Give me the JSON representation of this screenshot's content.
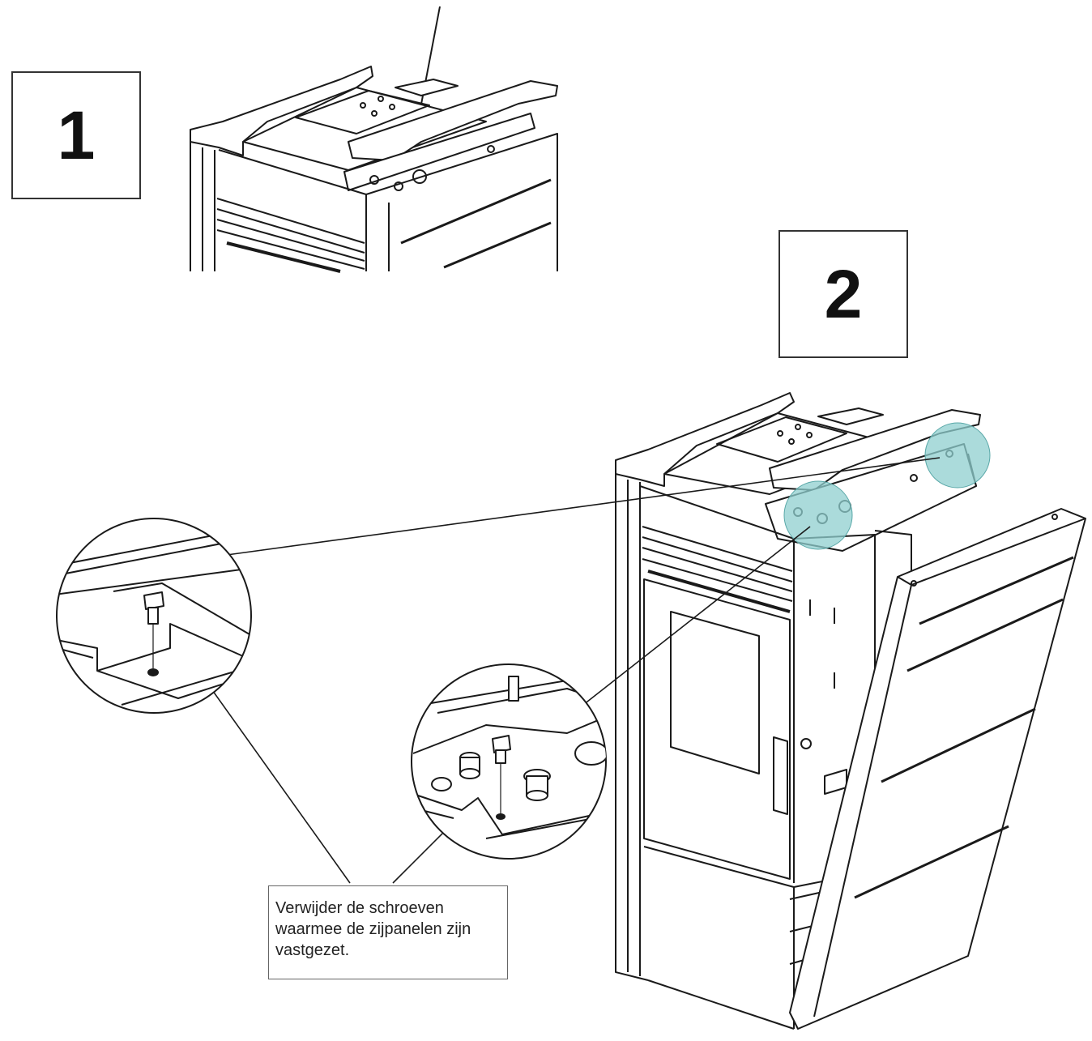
{
  "steps": [
    {
      "label": "1"
    },
    {
      "label": "2"
    }
  ],
  "callout": {
    "lines": [
      "Verwijder de schroeven",
      "waarmee de zijpanelen zijn",
      "vastgezet."
    ]
  },
  "colors": {
    "line": "#1a1a1a",
    "highlight": "#8fcfcf",
    "background": "#ffffff"
  },
  "icons": {
    "screw": "screw-icon",
    "arrow": "arrow-pointer"
  }
}
